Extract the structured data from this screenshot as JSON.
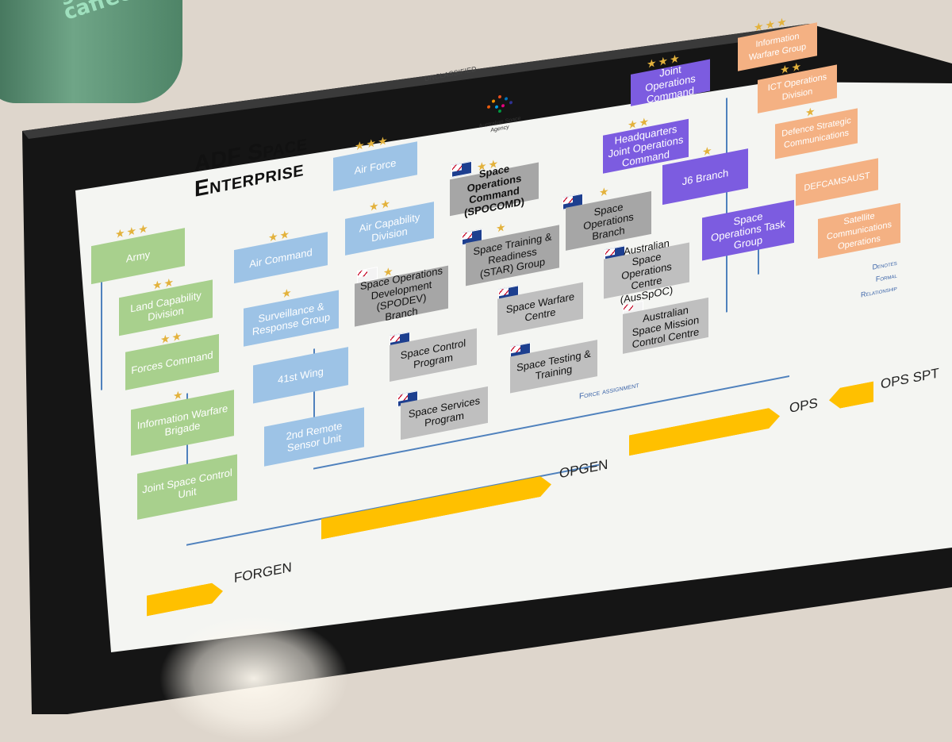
{
  "mug": {
    "text": "green caffeen"
  },
  "header": {
    "classification": "UNCLASSIFIED"
  },
  "title": {
    "line1": "ADF Space",
    "line2": "Enterprise"
  },
  "logo": {
    "text": "Australian Space Agency"
  },
  "army_column": [
    {
      "label": "Army",
      "stars": "★★★"
    },
    {
      "label": "Land Capability Division",
      "stars": "★★"
    },
    {
      "label": "Forces Command",
      "stars": "★★"
    },
    {
      "label": "Information Warfare Brigade",
      "stars": "★"
    },
    {
      "label": "Joint Space Control Unit",
      "stars": ""
    }
  ],
  "airforce_column": [
    {
      "label": "Air Force",
      "stars": "★★★"
    },
    {
      "label": "Air Command",
      "stars": "★★"
    },
    {
      "label": "Surveillance & Response Group",
      "stars": "★"
    },
    {
      "label": "41st Wing",
      "stars": ""
    },
    {
      "label": "2nd Remote Sensor Unit",
      "stars": ""
    }
  ],
  "air_capability": {
    "label": "Air Capability Division",
    "stars": "★★"
  },
  "spocomd": {
    "label": "Space Operations Command (SPOCOMD)",
    "stars": "★★"
  },
  "branches": [
    {
      "label": "Space Operations Development (SPODEV) Branch",
      "stars": "★"
    },
    {
      "label": "Space Training & Readiness (STAR) Group",
      "stars": "★"
    },
    {
      "label": "Space Operations Branch",
      "stars": "★"
    }
  ],
  "units": [
    {
      "label": "Space Control Program"
    },
    {
      "label": "Space Services Program"
    },
    {
      "label": "Space Warfare Centre"
    },
    {
      "label": "Space Testing & Training"
    },
    {
      "label": "Australian Space Operations Centre (AusSpOC)"
    },
    {
      "label": "Australian Space Mission Control Centre"
    }
  ],
  "joint_column": [
    {
      "label": "Joint Operations Command",
      "stars": "★★★"
    },
    {
      "label": "Headquarters Joint Operations Command",
      "stars": "★★"
    },
    {
      "label": "J6 Branch",
      "stars": "★"
    },
    {
      "label": "Space Operations Task Group",
      "stars": ""
    }
  ],
  "info_column": [
    {
      "label": "Information Warfare Group",
      "stars": "★★★"
    },
    {
      "label": "ICT Operations Division",
      "stars": "★★"
    },
    {
      "label": "Defence Strategic Communications",
      "stars": "★"
    },
    {
      "label": "DEFCAMSAUST",
      "stars": ""
    },
    {
      "label": "Satellite Communications Operations",
      "stars": ""
    }
  ],
  "legend": {
    "line1": "Denotes",
    "line2": "Formal",
    "line3": "Relationship"
  },
  "flows": {
    "force_assignment": "Force assignment",
    "forgen": "FORGEN",
    "opgen": "OPGEN",
    "ops": "OPS",
    "ops_spt": "OPS SPT"
  },
  "colors": {
    "army": "#a8d08d",
    "air": "#9dc3e6",
    "space": "#bfbfbf",
    "joint": "#7c5ce0",
    "info": "#f4b183",
    "flow": "#ffc000"
  }
}
